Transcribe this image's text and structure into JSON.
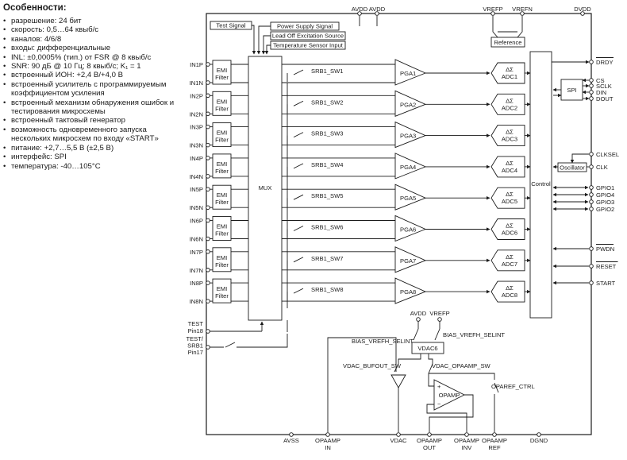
{
  "features": {
    "title": "Особенности:",
    "items": [
      "разрешение: 24 бит",
      "скорость: 0,5…64 квыб/с",
      "каналов: 4/6/8",
      "входы: дифференциальные",
      "INL: ±0,0005% (тип.) от FSR @ 8 квыб/с",
      "SNR: 90 дБ @ 10 Гц; 8 квыб/с; K₁ = 1",
      "встроенный ИОН: +2,4 В/+4,0 В",
      "встроенный усилитель с программируемым коэффициентом усиления",
      "встроенный механизм обнаружения ошибок и тестирования микросхемы",
      "встроенный тактовый генератор",
      "возможность одновременного запуска нескольких микросхем по входу «START»",
      "питание: +2,7…5,5 В (±2,5 В)",
      "интерфейс: SPI",
      "температура: -40…105°C"
    ]
  },
  "diagram": {
    "top_pins": [
      "AVDD",
      "AVDD",
      "VREFP",
      "VREFN",
      "DVDD"
    ],
    "input_pins": [
      "IN1P",
      "IN1N",
      "IN2P",
      "IN2N",
      "IN3P",
      "IN3N",
      "IN4P",
      "IN4N",
      "IN5P",
      "IN5N",
      "IN6P",
      "IN6N",
      "IN7P",
      "IN7N",
      "IN8P",
      "IN8N"
    ],
    "emi_label": [
      "EMI",
      "Filter"
    ],
    "mux_label": "MUX",
    "test_sources": [
      "Test Signal",
      "Power Supply Signal",
      "Lead Off Excitation Source",
      "Temperature Sensor Input"
    ],
    "reference_label": "Reference",
    "srb_switches": [
      "SRB1_SW1",
      "SRB1_SW2",
      "SRB1_SW3",
      "SRB1_SW4",
      "SRB1_SW5",
      "SRB1_SW6",
      "SRB1_SW7",
      "SRB1_SW8"
    ],
    "pgas": [
      "PGA1",
      "PGA2",
      "PGA3",
      "PGA4",
      "PGA5",
      "PGA6",
      "PGA7",
      "PGA8"
    ],
    "adc_prefix": "ΔΣ",
    "adcs": [
      "ADC1",
      "ADC2",
      "ADC3",
      "ADC4",
      "ADC5",
      "ADC6",
      "ADC7",
      "ADC8"
    ],
    "control_label": "Control",
    "spi_label": "SPI",
    "oscillator_label": "Oscillator",
    "right_pins": [
      "DRDY",
      "CS",
      "SCLK",
      "DIN",
      "DOUT",
      "CLKSEL",
      "CLK",
      "GPIO1",
      "GPIO4",
      "GPIO3",
      "GPIO2",
      "PWDN",
      "RESET",
      "START"
    ],
    "test_pin": [
      "TEST",
      "Pin18"
    ],
    "test_srb_pin": [
      "TEST/",
      "SRB1",
      "Pin17"
    ],
    "bias_section": {
      "avdd": "AVDD",
      "vrefp": "VREFP",
      "bias_left": "BIAS_VREFH_SELINT",
      "bias_right": "BIAS_VREFH_SELINT",
      "vdac": "VDAC6",
      "bufout_sw": "VDAC_BUFOUT_SW",
      "opaamp_sw": "VDAC_OPAAMP_SW",
      "opamp": "OPAMP",
      "opamp_plus": "+",
      "opamp_minus": "−",
      "oparef_ctrl": "OPAREF_CTRL"
    },
    "bottom_pins": [
      [
        "AVSS"
      ],
      [
        "OPAAMP",
        "IN"
      ],
      [
        "VDAC"
      ],
      [
        "OPAAMP",
        "OUT"
      ],
      [
        "OPAAMP",
        "INV"
      ],
      [
        "OPAAMP",
        "REF"
      ],
      [
        "DGND"
      ]
    ]
  }
}
